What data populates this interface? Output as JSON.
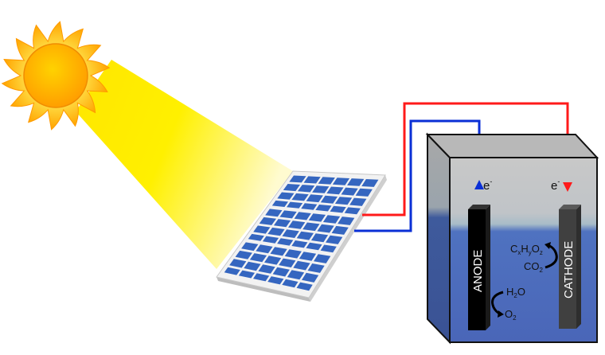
{
  "title": "Solar-powered electrochemical cell",
  "labels": {
    "electron_anode": "e",
    "electron_cathode": "e",
    "electron_charge": "-",
    "anode": "ANODE",
    "cathode": "CATHODE",
    "cathode_product": {
      "c": "C",
      "x": "x",
      "h": "H",
      "y": "y",
      "o": "O",
      "z": "z"
    },
    "cathode_reactant": {
      "base": "CO",
      "sub": "2"
    },
    "anode_reactant": {
      "h": "H",
      "sub": "2",
      "o": "O"
    },
    "anode_product": {
      "base": "O",
      "sub": "2"
    }
  },
  "colors": {
    "positive_wire": "#ff1a1a",
    "negative_wire": "#0a2fd6",
    "electrolyte": "#4a6cc0",
    "panel_cell": "#3566c0",
    "sun": "#ffc200"
  }
}
